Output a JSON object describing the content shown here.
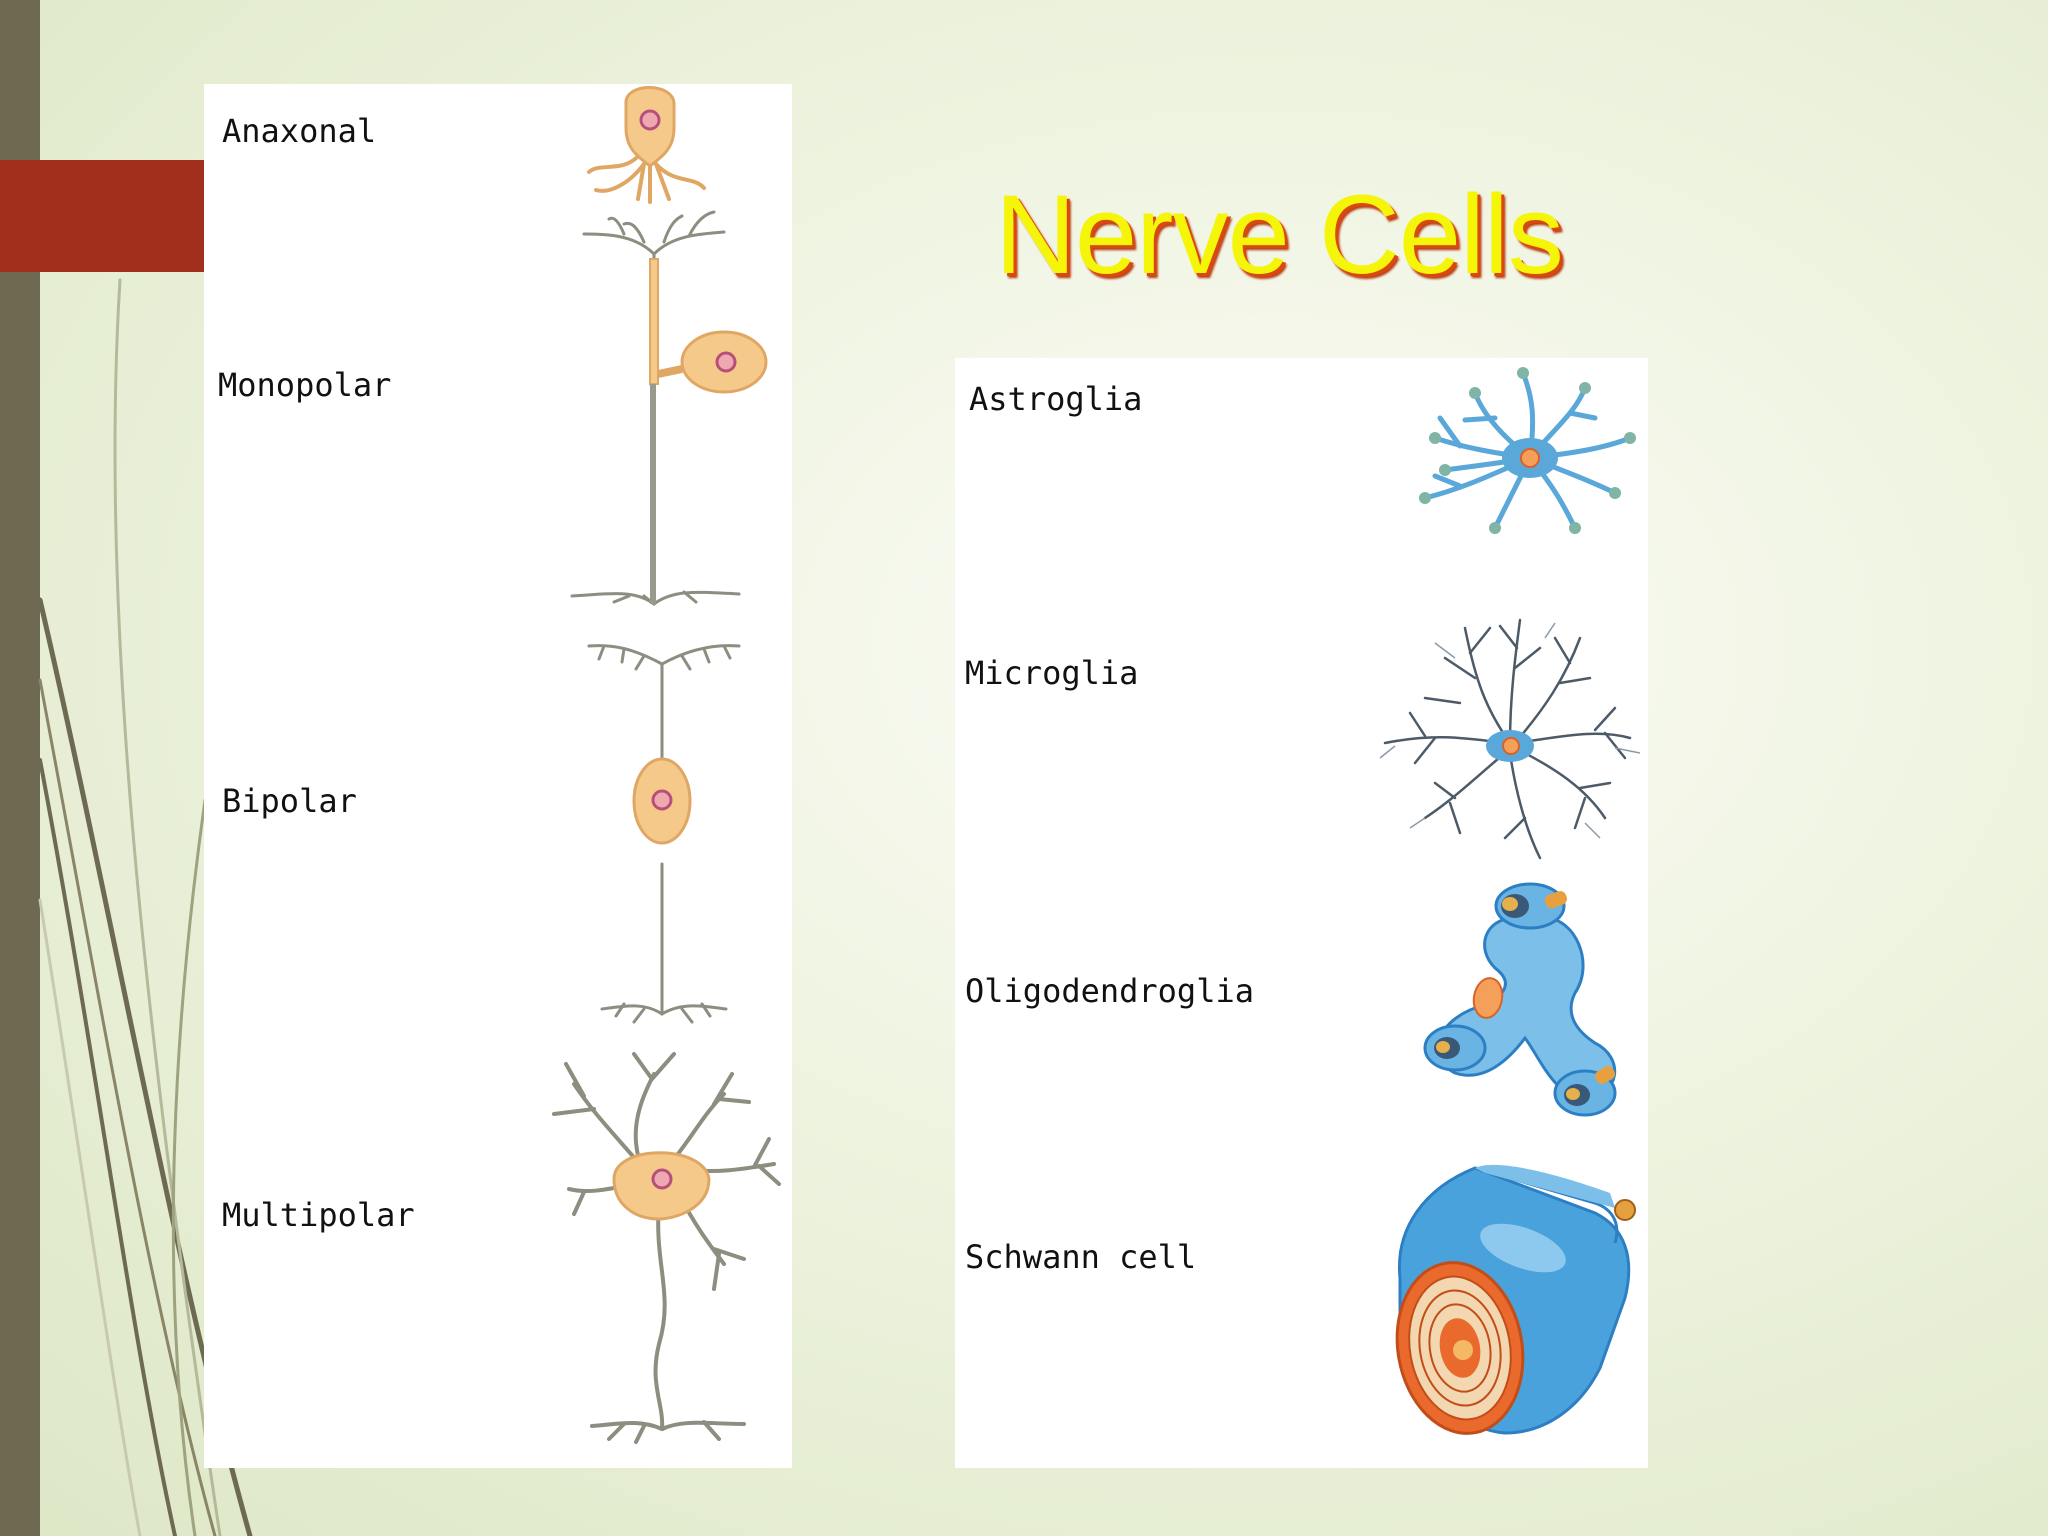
{
  "slide": {
    "title": "Nerve Cells"
  },
  "neuron_types": [
    {
      "label": "Anaxonal",
      "icon": "anaxonal-neuron"
    },
    {
      "label": "Monopolar",
      "icon": "monopolar-neuron"
    },
    {
      "label": "Bipolar",
      "icon": "bipolar-neuron"
    },
    {
      "label": "Multipolar",
      "icon": "multipolar-neuron"
    }
  ],
  "glia_types": [
    {
      "label": "Astroglia",
      "icon": "astroglia-cell"
    },
    {
      "label": "Microglia",
      "icon": "microglia-cell"
    },
    {
      "label": "Oligodendroglia",
      "icon": "oligodendroglia-cell"
    },
    {
      "label": "Schwann cell",
      "icon": "schwann-cell"
    }
  ],
  "colors": {
    "accent_red": "#a0301b",
    "bar_olive": "#6e6a51",
    "title_yellow": "#f5f50a",
    "title_shadow": "#d9480f",
    "neuron_body": "#f5c98a",
    "neuron_process": "#9a9a8c",
    "glia_blue": "#5aa7d9"
  }
}
